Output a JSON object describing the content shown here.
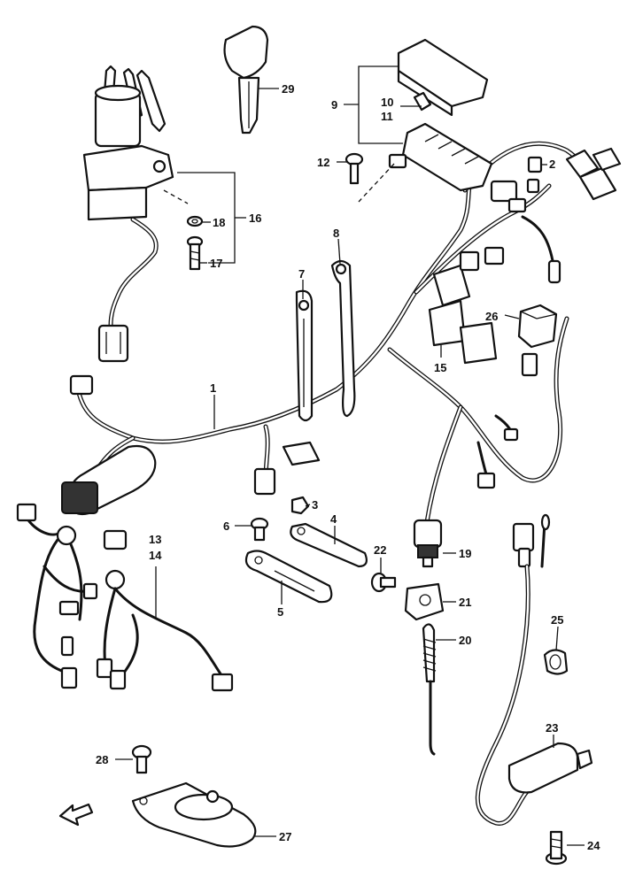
{
  "diagram": {
    "callouts": [
      {
        "id": "key",
        "text": "29"
      },
      {
        "id": "fuse-box",
        "text": "9"
      },
      {
        "id": "fuse-a",
        "text": "10"
      },
      {
        "id": "fuse-b",
        "text": "11"
      },
      {
        "id": "screw-12",
        "text": "12"
      },
      {
        "id": "clamp-2",
        "text": "2"
      },
      {
        "id": "washer-18",
        "text": "18"
      },
      {
        "id": "ignition-switch",
        "text": "16"
      },
      {
        "id": "bolt-17",
        "text": "17"
      },
      {
        "id": "clamp-8",
        "text": "8"
      },
      {
        "id": "clamp-7",
        "text": "7"
      },
      {
        "id": "relay-26",
        "text": "26"
      },
      {
        "id": "relay-15",
        "text": "15"
      },
      {
        "id": "main-harness",
        "text": "1"
      },
      {
        "id": "nut-3",
        "text": "3"
      },
      {
        "id": "bolt-6",
        "text": "6"
      },
      {
        "id": "plate-4",
        "text": "4"
      },
      {
        "id": "plate-5",
        "text": "5"
      },
      {
        "id": "lead-13",
        "text": "13"
      },
      {
        "id": "lead-14",
        "text": "14"
      },
      {
        "id": "bolt-22",
        "text": "22"
      },
      {
        "id": "switch-19",
        "text": "19"
      },
      {
        "id": "bracket-21",
        "text": "21"
      },
      {
        "id": "spring-20",
        "text": "20"
      },
      {
        "id": "clamp-25",
        "text": "25"
      },
      {
        "id": "sensor-23",
        "text": "23"
      },
      {
        "id": "bolt-28",
        "text": "28"
      },
      {
        "id": "horn-27",
        "text": "27"
      },
      {
        "id": "bolt-24",
        "text": "24"
      }
    ]
  }
}
